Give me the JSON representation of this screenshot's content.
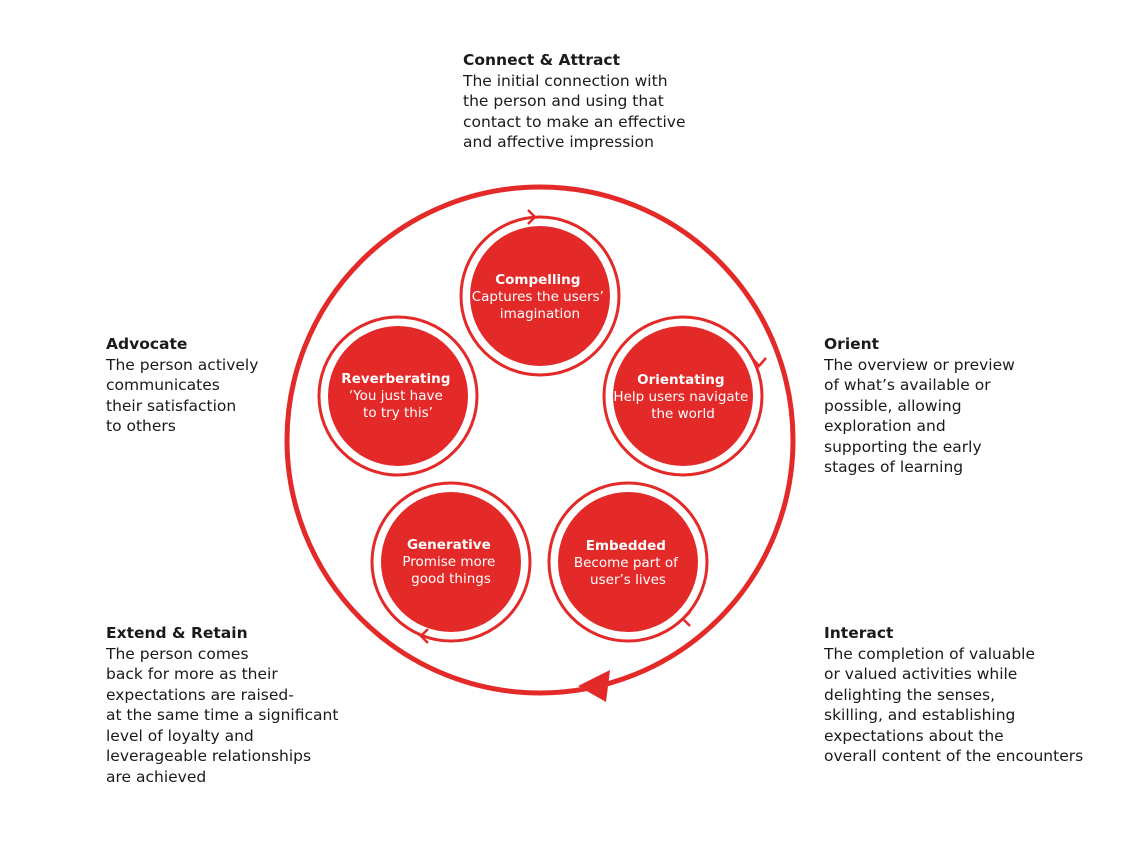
{
  "accent_color": "#e32a29",
  "stages": {
    "connect": {
      "title": "Connect & Attract",
      "desc": "The initial connection with\nthe person and using that\ncontact to make an effective\nand affective impression"
    },
    "orient": {
      "title": "Orient",
      "desc": "The overview or preview\nof what’s available or\npossible, allowing\nexploration and\nsupporting the early\nstages of learning"
    },
    "interact": {
      "title": "Interact",
      "desc": "The completion of valuable\nor valued activities while\ndelighting the senses,\nskilling, and establishing\nexpectations about the\noverall content of the encounters"
    },
    "extend": {
      "title": "Extend & Retain",
      "desc": "The person comes\nback for more as their\nexpectations are raised-\nat the same time a significant\nlevel of loyalty and\nleverageable relationships\nare achieved"
    },
    "advocate": {
      "title": "Advocate",
      "desc": "The person actively\ncommunicates\ntheir satisfaction\nto others"
    }
  },
  "nodes": {
    "compelling": {
      "title": "Compelling",
      "line1": "Captures the users’",
      "line2": "imagination"
    },
    "orientating": {
      "title": "Orientating",
      "line1": "Help users navigate",
      "line2": "the world"
    },
    "embedded": {
      "title": "Embedded",
      "line1": "Become part of",
      "line2": "user’s lives"
    },
    "generative": {
      "title": "Generative",
      "line1": "Promise more",
      "line2": "good things"
    },
    "reverberating": {
      "title": "Reverberating",
      "line1": "‘You just have",
      "line2": "to try this’"
    }
  }
}
